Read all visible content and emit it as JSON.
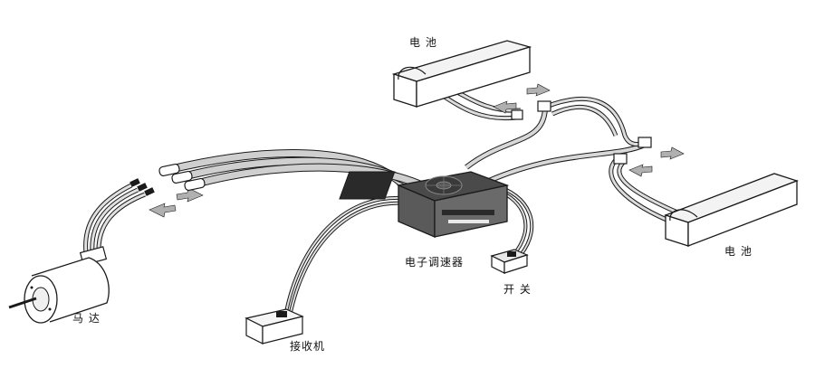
{
  "labels": {
    "battery_top": "电 池",
    "battery_right": "电 池",
    "esc": "电子调速器",
    "switch": "开 关",
    "motor": "马 达",
    "receiver": "接收机"
  },
  "colors": {
    "line": "#1a1a1a",
    "wire": "#c8c8c8",
    "wire_dark": "#8a8a8a",
    "arrow": "#9a9a9a",
    "body": "#ffffff",
    "esc_body": "#3a3a3a"
  }
}
